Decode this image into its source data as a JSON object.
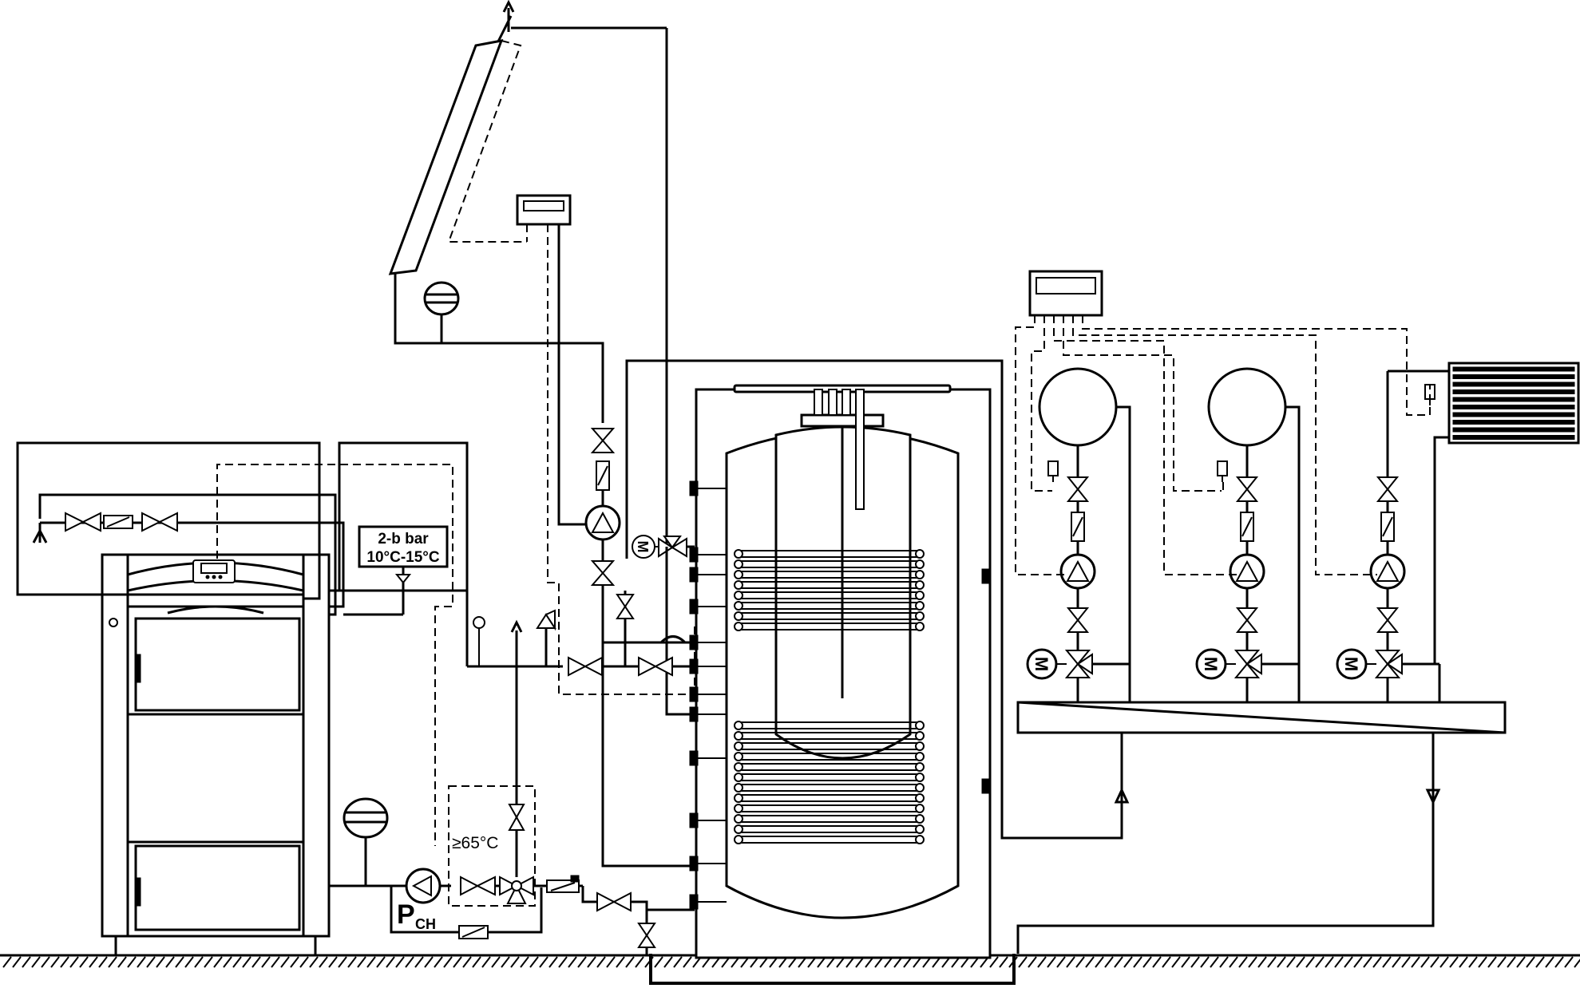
{
  "labels": {
    "pressure_spec": "2-b bar",
    "temperature_range": "10°C-15°C",
    "min_return_temp": "≥65°C",
    "pump_label_main": "P",
    "pump_label_sub": "CH",
    "motor_symbol": "M"
  },
  "components": {
    "boiler": "solid-fuel boiler",
    "collector": "solar collector",
    "storage": "storage tank with coils",
    "circuits": 3
  }
}
